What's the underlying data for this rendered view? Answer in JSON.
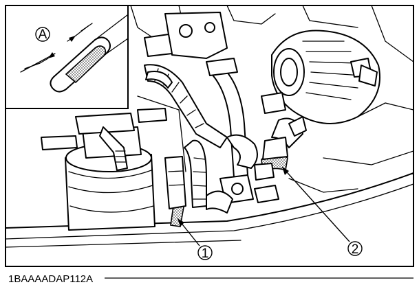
{
  "figure": {
    "code": "1BAAAADAP112A",
    "callouts": [
      {
        "id": "1",
        "symbol": "1"
      },
      {
        "id": "2",
        "symbol": "2"
      }
    ],
    "inset": {
      "dimension_label": "A"
    }
  }
}
